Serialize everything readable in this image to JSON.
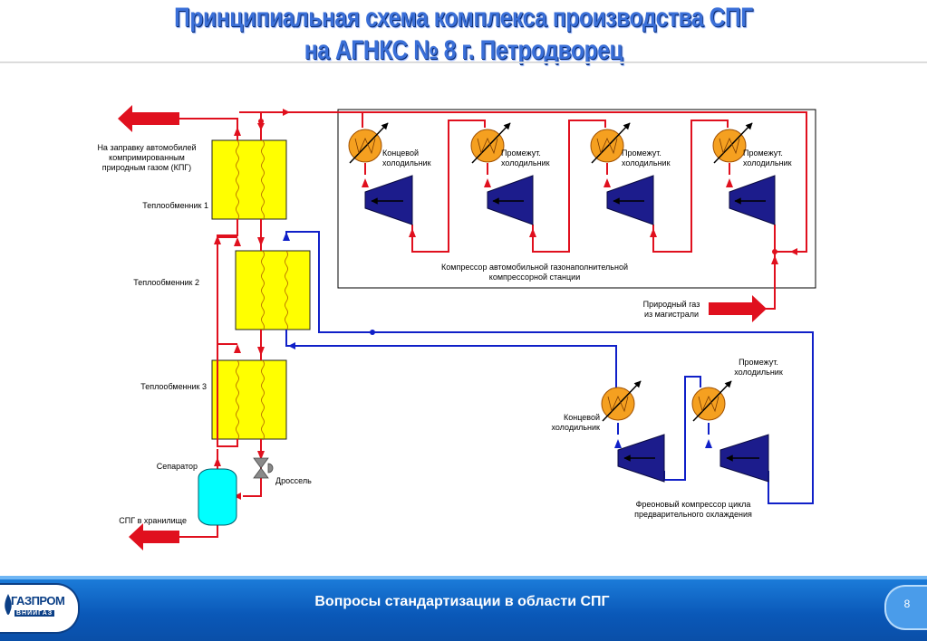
{
  "title": {
    "line1": "Принципиальная схема комплекса производства СПГ",
    "line2": "на АГНКС № 8  г. Петродворец"
  },
  "labels": {
    "refuel": "На заправку автомобилей\nкомпримированным\nприродным газом (КПГ)",
    "hx1": "Теплообменник 1",
    "hx2": "Теплообменник 2",
    "hx3": "Теплообменник 3",
    "separator": "Сепаратор",
    "throttle": "Дроссель",
    "lng_storage": "СПГ в хранилище",
    "natural_gas": "Природный газ\nиз магистрали",
    "compressor_station": "Компрессор автомобильной газонаполнительной\nкомпрессорной станции",
    "final_cooler_top": "Концевой\nхолодильник",
    "inter_cooler_1": "Промежут.\nхолодильник",
    "inter_cooler_2": "Промежут.\nхолодильник",
    "inter_cooler_3": "Промежут.\nхолодильник",
    "final_cooler_bottom": "Концевой\nхолодильник",
    "inter_cooler_bottom": "Промежут.\nхолодильник",
    "freon_compressor": "Фреоновый компрессор цикла\nпредварительного охлаждения"
  },
  "footer": {
    "title": "Вопросы стандартизации в области СПГ",
    "page": "8",
    "logo_text": "ГАЗПРОМ",
    "logo_sub": "ВНИИГАЗ"
  },
  "colors": {
    "gas_line": "#e0101e",
    "freon_line": "#1020c8",
    "heat_exchanger": "#ffff00",
    "cooler": "#f5a020",
    "compressor": "#1c1c8c",
    "separator": "#00ffff",
    "title": "#3a6fd8",
    "footer": "#0a58b8"
  }
}
